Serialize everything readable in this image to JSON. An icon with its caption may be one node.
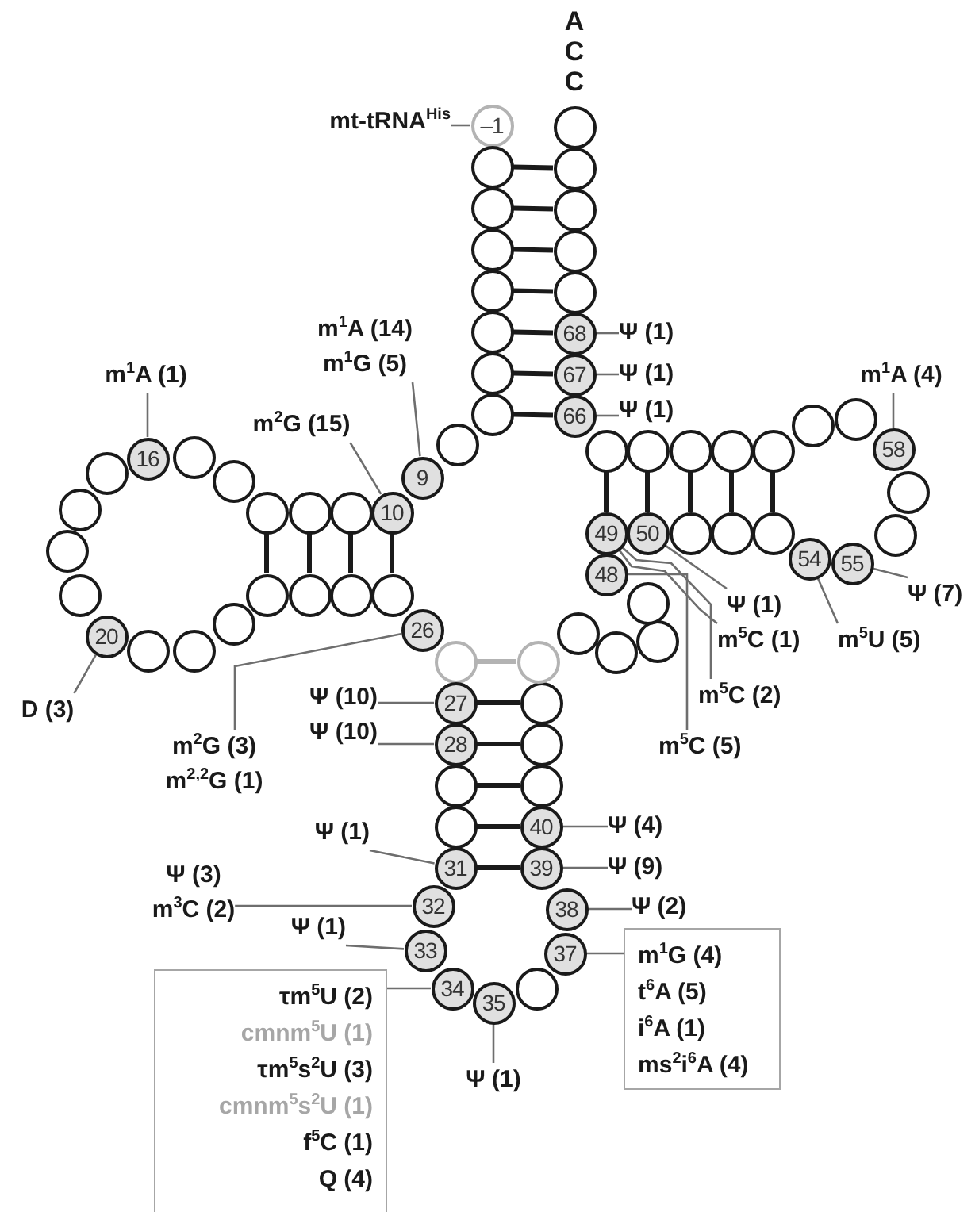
{
  "diagram": {
    "nodes": [
      {
        "text": [
          "–1"
        ]
      },
      {
        "text": [],
        "shape": "circle"
      },
      {
        "text": [],
        "shape": "circle"
      },
      {
        "text": [],
        "shape": "circle"
      },
      {
        "text": [],
        "shape": "circle"
      },
      {
        "text": [],
        "shape": "circle"
      },
      {
        "text": [],
        "shape": "circle"
      },
      {
        "text": [],
        "shape": "circle"
      },
      {
        "text": [],
        "shape": "circle"
      },
      {
        "text": [
          "9"
        ]
      },
      {
        "text": [
          "10"
        ]
      },
      {
        "text": [],
        "shape": "circle"
      },
      {
        "text": [],
        "shape": "circle"
      },
      {
        "text": [],
        "shape": "circle"
      },
      {
        "text": [],
        "shape": "circle"
      },
      {
        "text": [],
        "shape": "circle"
      },
      {
        "text": [
          "16"
        ]
      },
      {
        "text": [],
        "shape": "circle"
      },
      {
        "text": [],
        "shape": "circle"
      },
      {
        "text": [],
        "shape": "circle"
      },
      {
        "text": [],
        "shape": "circle"
      },
      {
        "text": [
          "20"
        ]
      },
      {
        "text": [],
        "shape": "circle"
      },
      {
        "text": [],
        "shape": "circle"
      },
      {
        "text": [],
        "shape": "circle"
      },
      {
        "text": [],
        "shape": "circle"
      },
      {
        "text": [],
        "shape": "circle"
      },
      {
        "text": [],
        "shape": "circle"
      },
      {
        "text": [],
        "shape": "circle"
      },
      {
        "text": [
          "26"
        ]
      },
      {
        "text": [],
        "shape": "circle"
      },
      {
        "text": [
          "27"
        ]
      },
      {
        "text": [
          "28"
        ]
      },
      {
        "text": [],
        "shape": "circle"
      },
      {
        "text": [],
        "shape": "circle"
      },
      {
        "text": [
          "31"
        ]
      },
      {
        "text": [
          "32"
        ]
      },
      {
        "text": [
          "33"
        ]
      },
      {
        "text": [
          "34"
        ]
      },
      {
        "text": [
          "35"
        ]
      },
      {
        "text": [],
        "shape": "circle"
      },
      {
        "text": [
          "37"
        ]
      },
      {
        "text": [
          "38"
        ]
      },
      {
        "text": [
          "39"
        ]
      },
      {
        "text": [
          "40"
        ]
      },
      {
        "text": [],
        "shape": "circle"
      },
      {
        "text": [],
        "shape": "circle"
      },
      {
        "text": [],
        "shape": "circle"
      },
      {
        "text": [],
        "shape": "circle"
      },
      {
        "text": [],
        "shape": "circle"
      },
      {
        "text": [],
        "shape": "circle"
      },
      {
        "text": [],
        "shape": "circle"
      },
      {
        "text": [],
        "shape": "circle"
      },
      {
        "text": [
          "48"
        ]
      },
      {
        "text": [
          "49"
        ]
      },
      {
        "text": [
          "50"
        ]
      },
      {
        "text": [],
        "shape": "circle"
      },
      {
        "text": [],
        "shape": "circle"
      },
      {
        "text": [],
        "shape": "circle"
      },
      {
        "text": [
          "54"
        ]
      },
      {
        "text": [
          "55"
        ]
      },
      {
        "text": [],
        "shape": "circle"
      },
      {
        "text": [],
        "shape": "circle"
      },
      {
        "text": [
          "58"
        ]
      },
      {
        "text": [],
        "shape": "circle"
      },
      {
        "text": [],
        "shape": "circle"
      },
      {
        "text": [],
        "shape": "circle"
      },
      {
        "text": [],
        "shape": "circle"
      },
      {
        "text": [],
        "shape": "circle"
      },
      {
        "text": [],
        "shape": "circle"
      },
      {
        "text": [],
        "shape": "circle"
      },
      {
        "text": [
          "66"
        ]
      },
      {
        "text": [
          "67"
        ]
      },
      {
        "text": [
          "68"
        ]
      },
      {
        "text": [],
        "shape": "circle"
      },
      {
        "text": [],
        "shape": "circle"
      },
      {
        "text": [],
        "shape": "circle"
      },
      {
        "text": [],
        "shape": "circle"
      },
      {
        "text": [],
        "shape": "circle"
      },
      {
        "text": [
          "mt-tRNA$^{His}$"
        ]
      },
      {
        "text": [
          "Ψ (1)"
        ]
      },
      {
        "text": [
          "Ψ (1)"
        ]
      },
      {
        "text": [
          "Ψ (1)"
        ]
      },
      {
        "text": [
          "m$^{1}$A (14)",
          "m$^{1}$G (5)"
        ]
      },
      {
        "text": [
          "m$^{2}$G (15)"
        ]
      },
      {
        "text": [
          "m$^{1}$A (1)"
        ]
      },
      {
        "text": [
          "m$^{1}$A (4)"
        ]
      },
      {
        "text": [
          "D (3)"
        ]
      },
      {
        "text": [
          "Ψ (1)"
        ]
      },
      {
        "text": [
          "m$^{5}$C (1)"
        ]
      },
      {
        "text": [
          "m$^{5}$U (5)"
        ]
      },
      {
        "text": [
          "Ψ (7)"
        ]
      },
      {
        "text": [
          "m$^{5}$C (2)"
        ]
      },
      {
        "text": [
          "m$^{5}$C (5)"
        ]
      },
      {
        "text": [
          "m$^{2}$G (3)",
          "m$^{2,2}$G (1)"
        ]
      },
      {
        "text": [
          "Ψ (10)"
        ]
      },
      {
        "text": [
          "Ψ (10)"
        ]
      },
      {
        "text": [
          "Ψ (4)"
        ]
      },
      {
        "text": [
          "Ψ (1)"
        ]
      },
      {
        "text": [
          "Ψ (9)"
        ]
      },
      {
        "text": [
          "Ψ (3)",
          "m$^{3}$C (2)"
        ]
      },
      {
        "text": [
          "Ψ (2)"
        ]
      },
      {
        "text": [
          "Ψ (1)"
        ]
      },
      {
        "text": [
          "m$^{1}$G (4)",
          "t$^{6}$A (5)",
          "i$^{6}$A (1)",
          "ms$^{2}$i$^{6}$A (4)"
        ]
      },
      {
        "text": [
          "τm$^{5}$U (2)",
          "cmnm$^{5}$U (1)",
          "τm$^{5}$s$^{2}$U (3)",
          "cmnm$^{5}$s$^{2}$U (1)",
          "f$^{5}$C (1)",
          "Q (4)"
        ]
      },
      {
        "text": [
          "Ψ (1)"
        ]
      }
    ],
    "edges": [
      {
        "from": 1,
        "to": 77,
        "arrow": "none",
        "style": "thick",
        "color": "#1a1a1a"
      },
      {
        "from": 2,
        "to": 76,
        "arrow": "none",
        "style": "thick",
        "color": "#1a1a1a"
      },
      {
        "from": 3,
        "to": 75,
        "arrow": "none",
        "style": "thick",
        "color": "#1a1a1a"
      },
      {
        "from": 4,
        "to": 74,
        "arrow": "none",
        "style": "thick",
        "color": "#1a1a1a"
      },
      {
        "from": 5,
        "to": 73,
        "arrow": "none",
        "style": "thick",
        "color": "#1a1a1a"
      },
      {
        "from": 6,
        "to": 72,
        "arrow": "none",
        "style": "thick",
        "color": "#1a1a1a"
      },
      {
        "from": 7,
        "to": 71,
        "arrow": "none",
        "style": "thick",
        "color": "#1a1a1a"
      },
      {
        "from": 10,
        "to": 28,
        "arrow": "none",
        "style": "thick",
        "color": "#1a1a1a"
      },
      {
        "from": 11,
        "to": 27,
        "arrow": "none",
        "style": "thick",
        "color": "#1a1a1a"
      },
      {
        "from": 12,
        "to": 26,
        "arrow": "none",
        "style": "thick",
        "color": "#1a1a1a"
      },
      {
        "from": 13,
        "to": 25,
        "arrow": "none",
        "style": "thick",
        "color": "#1a1a1a"
      },
      {
        "from": 30,
        "to": 48,
        "arrow": "none",
        "style": "thick",
        "color": "#b3b3b3"
      },
      {
        "from": 31,
        "to": 47,
        "arrow": "none",
        "style": "thick",
        "color": "#1a1a1a"
      },
      {
        "from": 32,
        "to": 46,
        "arrow": "none",
        "style": "thick",
        "color": "#1a1a1a"
      },
      {
        "from": 33,
        "to": 45,
        "arrow": "none",
        "style": "thick",
        "color": "#1a1a1a"
      },
      {
        "from": 34,
        "to": 44,
        "arrow": "none",
        "style": "thick",
        "color": "#1a1a1a"
      },
      {
        "from": 35,
        "to": 43,
        "arrow": "none",
        "style": "thick",
        "color": "#1a1a1a"
      },
      {
        "from": 54,
        "to": 70,
        "arrow": "none",
        "style": "thick",
        "color": "#1a1a1a"
      },
      {
        "from": 55,
        "to": 69,
        "arrow": "none",
        "style": "thick",
        "color": "#1a1a1a"
      },
      {
        "from": 56,
        "to": 68,
        "arrow": "none",
        "style": "thick",
        "color": "#1a1a1a"
      },
      {
        "from": 57,
        "to": 67,
        "arrow": "none",
        "style": "thick",
        "color": "#1a1a1a"
      },
      {
        "from": 58,
        "to": 66,
        "arrow": "none",
        "style": "thick",
        "color": "#1a1a1a"
      },
      {
        "from": 79,
        "to": 0,
        "arrow": "none"
      },
      {
        "from": 80,
        "to": 73,
        "arrow": "none"
      },
      {
        "from": 81,
        "to": 72,
        "arrow": "none"
      },
      {
        "from": 82,
        "to": 71,
        "arrow": "none"
      },
      {
        "from": 83,
        "to": 9,
        "arrow": "none"
      },
      {
        "from": 84,
        "to": 10,
        "arrow": "none"
      },
      {
        "from": 85,
        "to": 16,
        "arrow": "none"
      },
      {
        "from": 86,
        "to": 63,
        "arrow": "none"
      },
      {
        "from": 87,
        "to": 21,
        "arrow": "none"
      },
      {
        "from": 88,
        "to": 55,
        "arrow": "none"
      },
      {
        "from": 89,
        "to": 54,
        "arrow": "none"
      },
      {
        "from": 90,
        "to": 59,
        "arrow": "none"
      },
      {
        "from": 91,
        "to": 60,
        "arrow": "none"
      },
      {
        "from": 92,
        "to": 54,
        "arrow": "none"
      },
      {
        "from": 93,
        "to": 53,
        "arrow": "none"
      },
      {
        "from": 94,
        "to": 29,
        "arrow": "none"
      },
      {
        "from": 95,
        "to": 31,
        "arrow": "none"
      },
      {
        "from": 96,
        "to": 32,
        "arrow": "none"
      },
      {
        "from": 97,
        "to": 44,
        "arrow": "none"
      },
      {
        "from": 98,
        "to": 35,
        "arrow": "none"
      },
      {
        "from": 99,
        "to": 43,
        "arrow": "none"
      },
      {
        "from": 100,
        "to": 36,
        "arrow": "none"
      },
      {
        "from": 101,
        "to": 42,
        "arrow": "none"
      },
      {
        "from": 102,
        "to": 37,
        "arrow": "none"
      },
      {
        "from": 103,
        "to": 41,
        "arrow": "none"
      },
      {
        "from": 104,
        "to": 38,
        "arrow": "none"
      },
      {
        "from": 105,
        "to": 39,
        "arrow": "none"
      }
    ],
    "labels": [
      "A",
      "C",
      "C"
    ]
  }
}
